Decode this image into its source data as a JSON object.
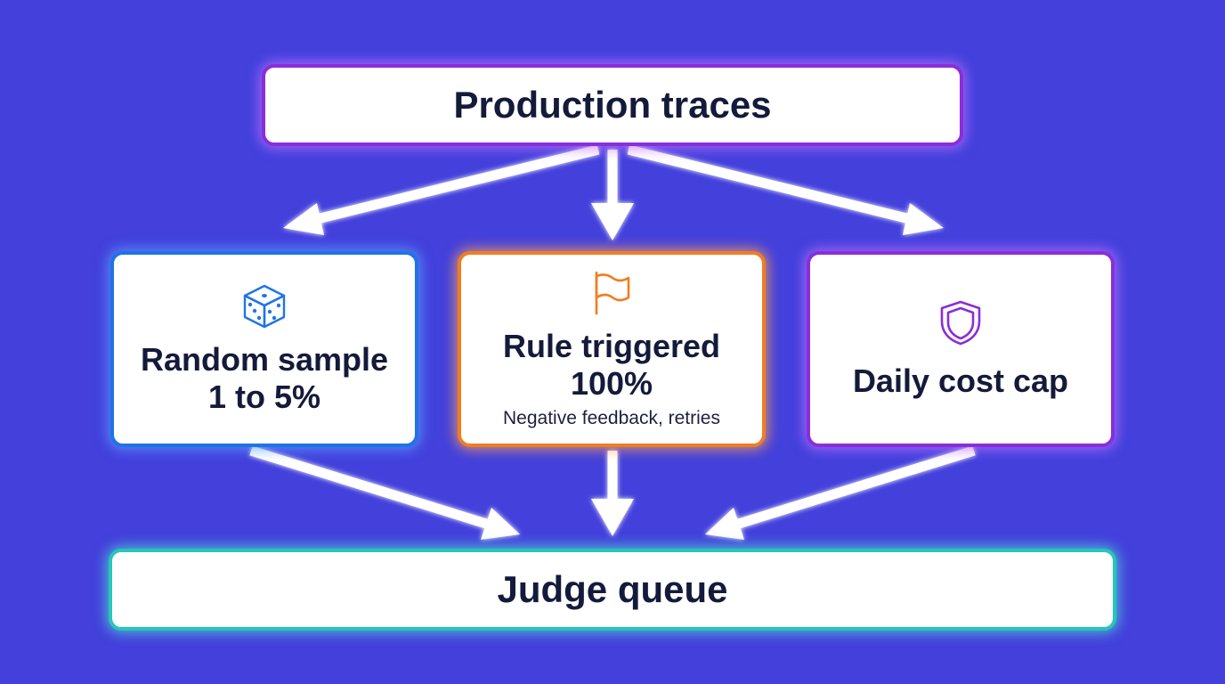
{
  "source": {
    "label": "Production traces"
  },
  "routes": [
    {
      "key": "random",
      "line1": "Random sample",
      "line2": "1 to 5%",
      "note": "",
      "icon": "dice-icon",
      "color": "#1f74e6"
    },
    {
      "key": "rule",
      "line1": "Rule triggered",
      "line2": "100%",
      "note": "Negative feedback, retries",
      "icon": "flag-icon",
      "color": "#f07d22"
    },
    {
      "key": "cost",
      "line1": "Daily cost cap",
      "line2": "",
      "note": "",
      "icon": "shield-icon",
      "color": "#8a2ed8"
    }
  ],
  "sink": {
    "label": "Judge queue"
  },
  "colors": {
    "background": "#4340dc",
    "arrow": "#ffffff",
    "sink_border": "#25c7b6",
    "source_border": "#8a2ed8"
  }
}
